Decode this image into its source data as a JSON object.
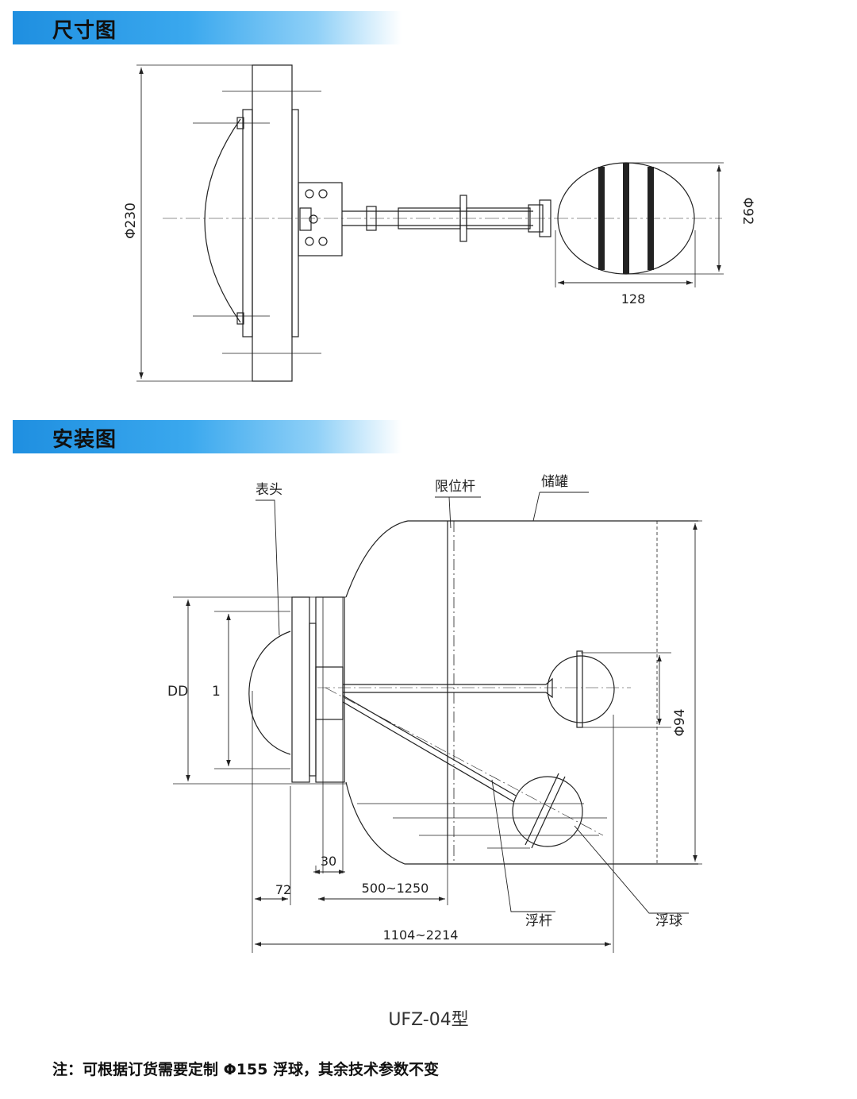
{
  "sections": {
    "dimension_title": "尺寸图",
    "installation_title": "安装图"
  },
  "dimension_drawing": {
    "labels": {
      "phi230": "Φ230",
      "phi92": "Φ92",
      "len128": "128"
    }
  },
  "installation_drawing": {
    "labels": {
      "meter_head": "表头",
      "limit_rod": "限位杆",
      "tank": "储罐",
      "float_rod": "浮杆",
      "float_ball": "浮球",
      "dd": "DD",
      "one": "1",
      "phi94": "Φ94",
      "d30": "30",
      "d72": "72",
      "d500_1250": "500~1250",
      "d1104_2214": "1104~2214"
    }
  },
  "model": "UFZ-04型",
  "note": "注：可根据订货需要定制 Φ155 浮球，其余技术参数不变"
}
